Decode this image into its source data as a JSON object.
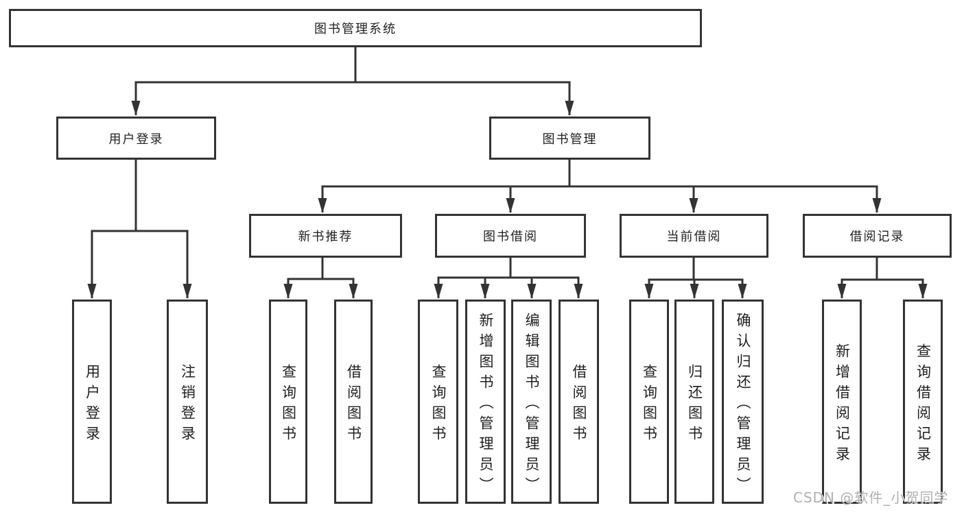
{
  "diagram": {
    "root": {
      "label": "图书管理系统"
    },
    "branches": [
      {
        "label": "用户登录",
        "children": [
          {
            "label": "用户登录"
          },
          {
            "label": "注销登录"
          }
        ]
      },
      {
        "label": "图书管理",
        "children": [
          {
            "label": "新书推荐",
            "children": [
              {
                "label": "查询图书"
              },
              {
                "label": "借阅图书"
              }
            ]
          },
          {
            "label": "图书借阅",
            "children": [
              {
                "label": "查询图书"
              },
              {
                "label": "新增图书（管理员）"
              },
              {
                "label": "编辑图书（管理员）"
              },
              {
                "label": "借阅图书"
              }
            ]
          },
          {
            "label": "当前借阅",
            "children": [
              {
                "label": "查询图书"
              },
              {
                "label": "归还图书"
              },
              {
                "label": "确认归还（管理员）"
              }
            ]
          },
          {
            "label": "借阅记录",
            "children": [
              {
                "label": "新增借阅记录"
              },
              {
                "label": "查询借阅记录"
              }
            ]
          }
        ]
      }
    ]
  },
  "watermark": {
    "text": "CSDN @软件_小贺同学"
  },
  "colors": {
    "line": "#333333",
    "text": "#1f1f1f",
    "watermark": "#b0b0b0",
    "background": "#ffffff"
  }
}
